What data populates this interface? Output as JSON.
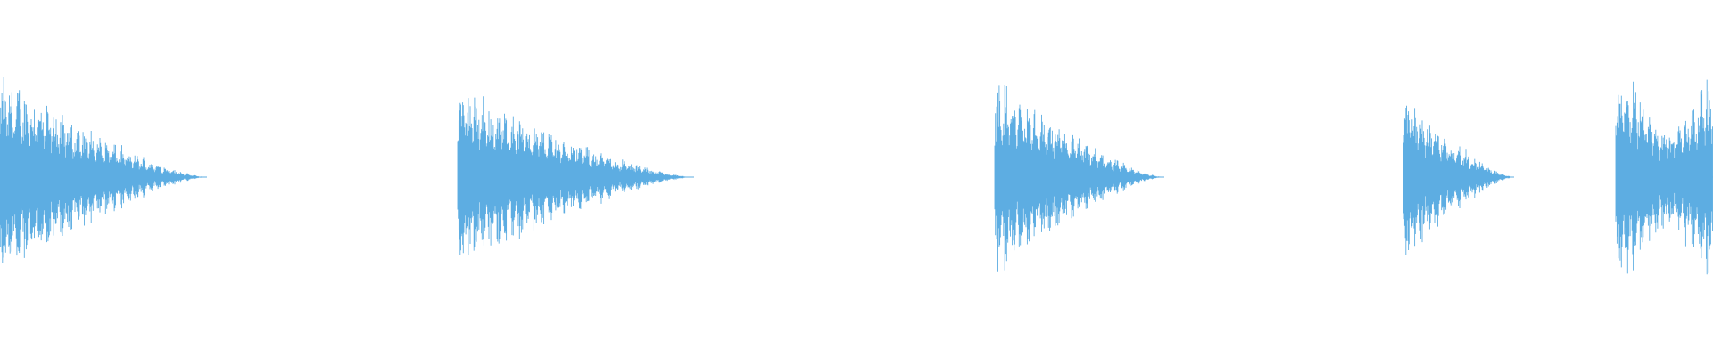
{
  "waveform": {
    "color": "#5dade2",
    "background": "#ffffff",
    "clip_count": 5,
    "clips": [
      {
        "index": 1,
        "peak_amplitude": 0.93,
        "decay": "gradual",
        "cut_off_at_edge": false
      },
      {
        "index": 2,
        "peak_amplitude": 0.84,
        "decay": "gradual",
        "cut_off_at_edge": false
      },
      {
        "index": 3,
        "peak_amplitude": 0.9,
        "decay": "gradual",
        "cut_off_at_edge": false
      },
      {
        "index": 4,
        "peak_amplitude": 0.78,
        "decay": "gradual",
        "cut_off_at_edge": false
      },
      {
        "index": 5,
        "peak_amplitude": 0.9,
        "decay": "none",
        "cut_off_at_edge": true
      }
    ]
  }
}
